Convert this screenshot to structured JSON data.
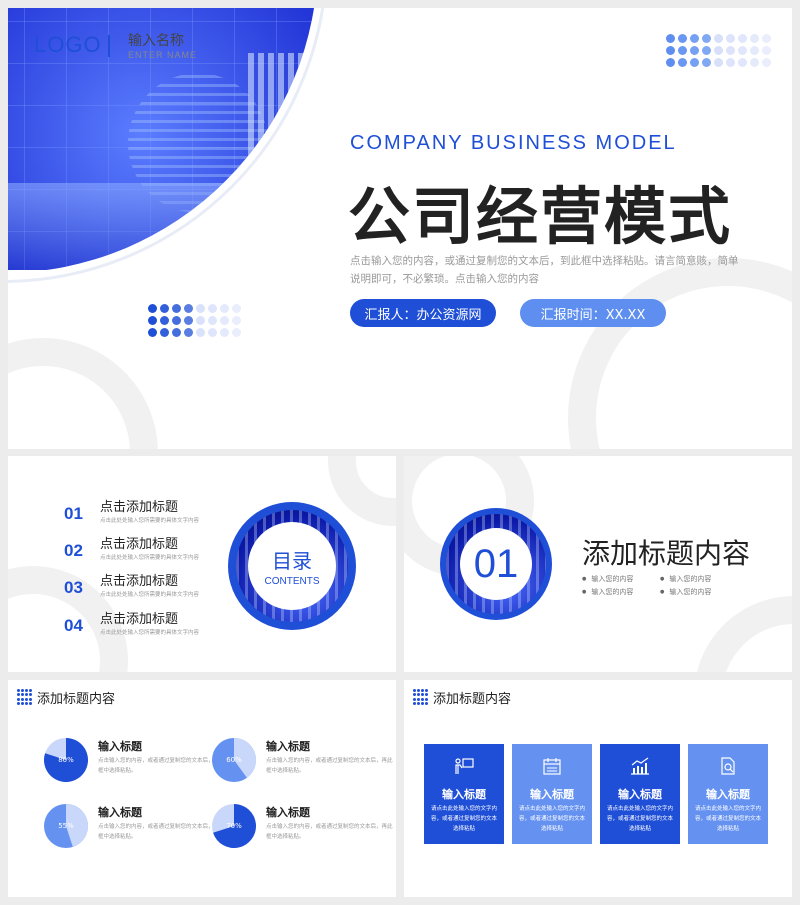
{
  "cover": {
    "logo": "LOGO",
    "brand_name": "输入名称",
    "brand_en": "ENTER  NAME",
    "title_en": "COMPANY BUSINESS MODEL",
    "title_zh": "公司经营模式",
    "description": "点击输入您的内容，或通过复制您的文本后，到此框中选择粘贴。请言简意赅，简单说明即可，不必繁琐。点击输入您的内容",
    "reporter": "汇报人：办公资源网",
    "report_time": "汇报时间：XX.XX",
    "colors": {
      "primary": "#1f4fd6",
      "secondary": "#5e8ff0",
      "dots_light": "#c7d2f7"
    }
  },
  "contents": {
    "badge_title": "目录",
    "badge_sub": "CONTENTS",
    "items": [
      {
        "num": "01",
        "title": "点击添加标题",
        "sub": "点击此处处输入您所需要的具体文字内容"
      },
      {
        "num": "02",
        "title": "点击添加标题",
        "sub": "点击此处处输入您所需要的具体文字内容"
      },
      {
        "num": "03",
        "title": "点击添加标题",
        "sub": "点击此处处输入您所需要的具体文字内容"
      },
      {
        "num": "04",
        "title": "点击添加标题",
        "sub": "点击此处处输入您所需要的具体文字内容"
      }
    ]
  },
  "section": {
    "number": "01",
    "title": "添加标题内容",
    "bullets": [
      "输入您的内容",
      "输入您的内容",
      "输入您的内容",
      "输入您的内容"
    ]
  },
  "pie_slide": {
    "header": "添加标题内容",
    "items": [
      {
        "percent": 80,
        "label": "80%",
        "title": "输入标题",
        "desc": "点击输入您的内容，或者通过复制您的文本后，再此框中选择粘贴。"
      },
      {
        "percent": 60,
        "label": "60%",
        "title": "输入标题",
        "desc": "点击输入您的内容，或者通过复制您的文本后，再此框中选择粘贴。"
      },
      {
        "percent": 55,
        "label": "55%",
        "title": "输入标题",
        "desc": "点击输入您的内容，或者通过复制您的文本后，再此框中选择粘贴。"
      },
      {
        "percent": 70,
        "label": "70%",
        "title": "输入标题",
        "desc": "点击输入您的内容，或者通过复制您的文本后，再此框中选择粘贴。"
      }
    ]
  },
  "card_slide": {
    "header": "添加标题内容",
    "cards": [
      {
        "icon": "presentation-icon",
        "title": "输入标题",
        "desc": "请点击此处输入您的文字内容，或者通过复制您的文本选择粘贴",
        "style": "dark"
      },
      {
        "icon": "calendar-icon",
        "title": "输入标题",
        "desc": "请点击此处输入您的文字内容，或者通过复制您的文本选择粘贴",
        "style": "light"
      },
      {
        "icon": "chart-icon",
        "title": "输入标题",
        "desc": "请点击此处输入您的文字内容，或者通过复制您的文本选择粘贴",
        "style": "dark"
      },
      {
        "icon": "document-search-icon",
        "title": "输入标题",
        "desc": "请点击此处输入您的文字内容，或者通过复制您的文本选择粘贴",
        "style": "light"
      }
    ]
  }
}
